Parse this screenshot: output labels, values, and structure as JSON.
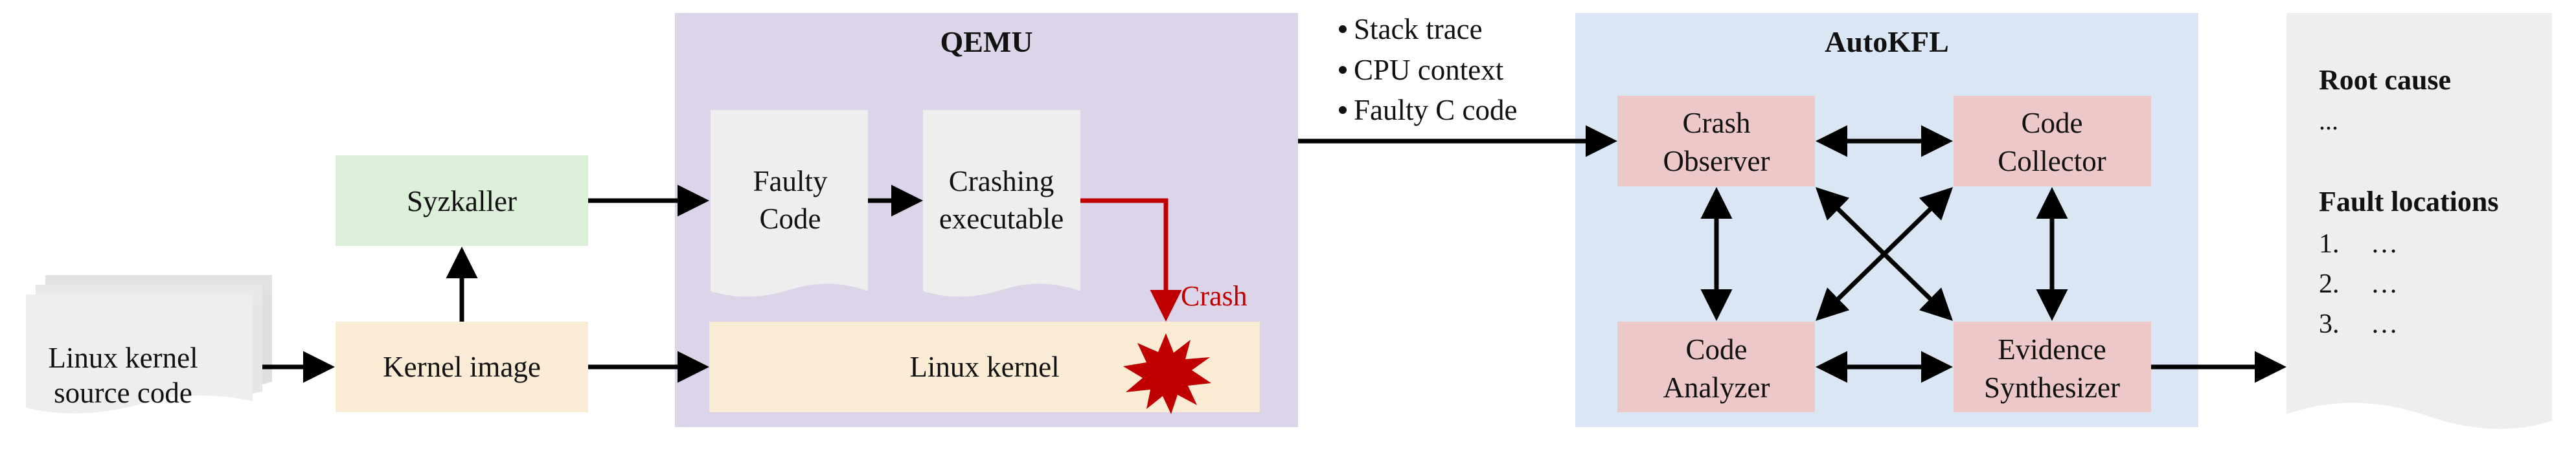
{
  "source": {
    "line1": "Linux kernel",
    "line2": "source code"
  },
  "kernel_image": {
    "label": "Kernel image"
  },
  "syzkaller": {
    "label": "Syzkaller"
  },
  "qemu": {
    "title": "QEMU",
    "faulty_code": {
      "line1": "Faulty",
      "line2": "Code"
    },
    "crashing_exec": {
      "line1": "Crashing",
      "line2": "executable"
    },
    "linux_kernel": {
      "label": "Linux kernel"
    },
    "crash_label": "Crash"
  },
  "inputs": {
    "items": [
      "Stack trace",
      "CPU context",
      "Faulty C code"
    ]
  },
  "autokfl": {
    "title": "AutoKFL",
    "crash_observer": {
      "line1": "Crash",
      "line2": "Observer"
    },
    "code_collector": {
      "line1": "Code",
      "line2": "Collector"
    },
    "code_analyzer": {
      "line1": "Code",
      "line2": "Analyzer"
    },
    "evidence_synth": {
      "line1": "Evidence",
      "line2": "Synthesizer"
    }
  },
  "output": {
    "root_cause_title": "Root cause",
    "root_cause_value": "...",
    "fault_locations_title": "Fault locations",
    "fault_locations": [
      {
        "num": "1.",
        "value": "…"
      },
      {
        "num": "2.",
        "value": "…"
      },
      {
        "num": "3.",
        "value": "…"
      }
    ]
  },
  "colors": {
    "qemu_bg": "#dcd4e8",
    "autokfl_bg": "#dbe6f4",
    "syzkaller_fill": "#dcefd9",
    "kernel_fill": "#faebd4",
    "component_fill": "#ecc8c8",
    "doc_fill": "#eeeeee",
    "crash_red": "#c00000"
  }
}
